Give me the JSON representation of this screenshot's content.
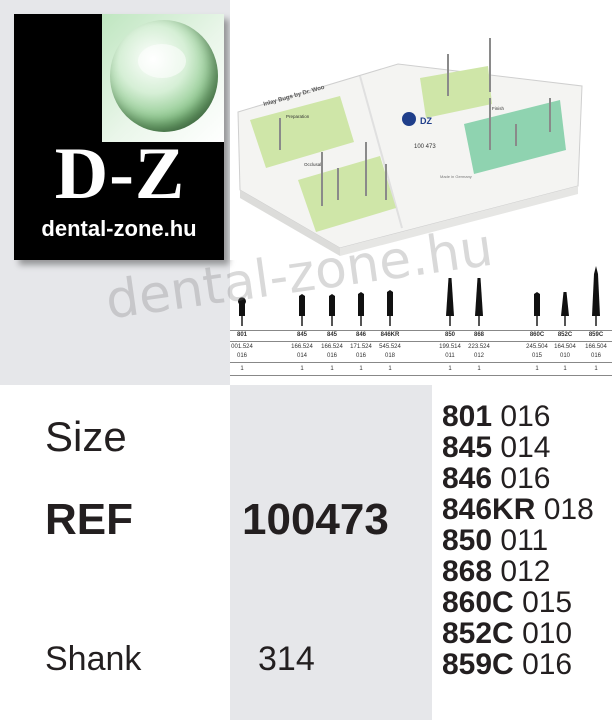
{
  "logo": {
    "letters": "D-Z",
    "domain": "dental-zone.hu"
  },
  "product_photo": {
    "title": "Inlay Bugs by Dr. Woo",
    "brand": "DZ",
    "ref": "100 473",
    "made_in": "Made in Germany",
    "zones": [
      "Preparation",
      "Occlusal",
      "Finish"
    ]
  },
  "watermark": "dental-zone.hu",
  "bur_table": {
    "columns": [
      {
        "code": "801",
        "ref": "001.524",
        "size": "016",
        "qty": "1"
      },
      {
        "code": "845",
        "ref": "166.524",
        "size": "014",
        "qty": "1"
      },
      {
        "code": "845",
        "ref": "166.524",
        "size": "016",
        "qty": "1"
      },
      {
        "code": "846",
        "ref": "171.524",
        "size": "016",
        "qty": "1"
      },
      {
        "code": "846KR",
        "ref": "545.524",
        "size": "018",
        "qty": "1"
      },
      {
        "code": "850",
        "ref": "199.514",
        "size": "011",
        "qty": "1"
      },
      {
        "code": "868",
        "ref": "223.524",
        "size": "012",
        "qty": "1"
      },
      {
        "code": "860C",
        "ref": "245.504",
        "size": "015",
        "qty": "1"
      },
      {
        "code": "852C",
        "ref": "164.504",
        "size": "010",
        "qty": "1"
      },
      {
        "code": "859C",
        "ref": "166.504",
        "size": "016",
        "qty": "1"
      }
    ]
  },
  "info": {
    "size_label": "Size",
    "ref_label": "REF",
    "shank_label": "Shank",
    "ref_value": "100473",
    "shank_value": "314",
    "sizes": [
      {
        "code": "801",
        "size": "016"
      },
      {
        "code": "845",
        "size": "014"
      },
      {
        "code": "846",
        "size": "016"
      },
      {
        "code": "846KR",
        "size": "018"
      },
      {
        "code": "850",
        "size": "011"
      },
      {
        "code": "868",
        "size": "012"
      },
      {
        "code": "860C",
        "size": "015"
      },
      {
        "code": "852C",
        "size": "010"
      },
      {
        "code": "859C",
        "size": "016"
      }
    ]
  },
  "colors": {
    "panel_gray": "#e6e7ea",
    "logo_black": "#000000",
    "zone_green": "#cfe6a8",
    "zone_teal": "#8fd3b0",
    "text_dark": "#231f20"
  }
}
